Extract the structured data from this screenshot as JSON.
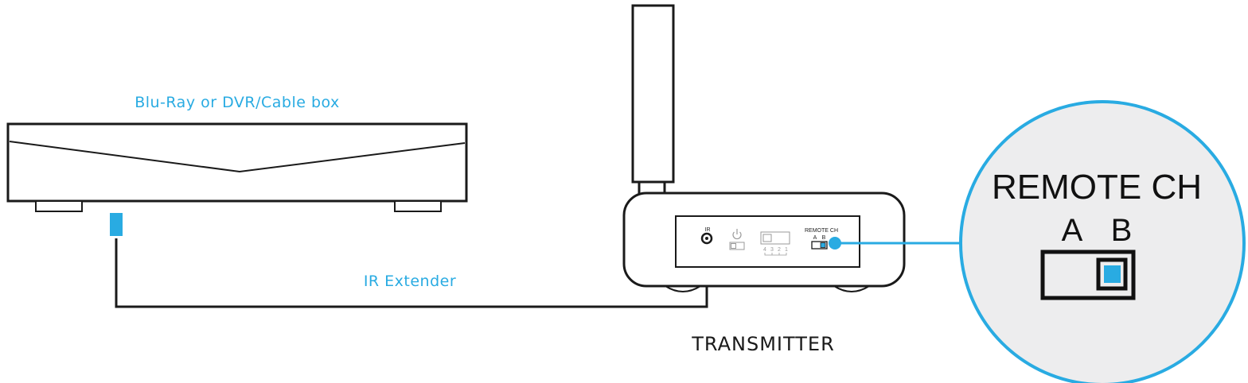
{
  "labels": {
    "source_device": "Blu-Ray or DVR/Cable box",
    "ir_extender": "IR Extender",
    "transmitter": "TRANSMITTER"
  },
  "transmitter_panel": {
    "ir_port": "IR",
    "remote_ch": "REMOTE CH",
    "switch_a": "A",
    "switch_b": "B",
    "dip_numbers": [
      "4",
      "3",
      "2",
      "1"
    ]
  },
  "zoom": {
    "title": "REMOTE CH",
    "option_a": "A",
    "option_b": "B",
    "selected": "B"
  },
  "colors": {
    "accent": "#29abe2",
    "line": "#1a1a1a",
    "zoom_fill": "#ededee",
    "muted": "#9a9a9a"
  },
  "icons": {
    "power": "power-icon"
  }
}
